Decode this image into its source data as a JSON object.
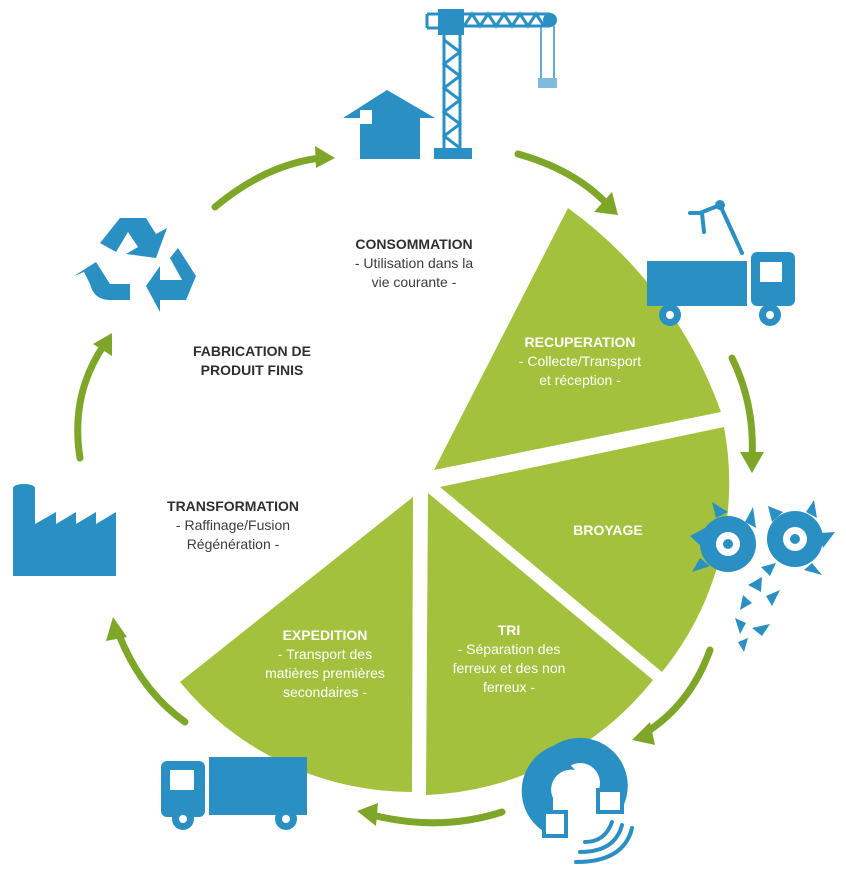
{
  "colors": {
    "green": "#a3c13c",
    "arrow_green": "#7ea72a",
    "blue": "#2a90c3",
    "text_dark": "#2f2f2f",
    "text_light": "#ffffff"
  },
  "steps": {
    "consommation": {
      "title": "CONSOMMATION",
      "line1": "- Utilisation dans la",
      "line2": "vie courante -"
    },
    "recuperation": {
      "title": "RECUPERATION",
      "line1": "- Collecte/Transport",
      "line2": "et réception -"
    },
    "broyage": {
      "title": "BROYAGE"
    },
    "tri": {
      "title": "TRI",
      "line1": "- Séparation des",
      "line2": "ferreux et des non",
      "line3": "ferreux -"
    },
    "expedition": {
      "title": "EXPEDITION",
      "line1": "- Transport des",
      "line2": "matières premières",
      "line3": "secondaires -"
    },
    "transformation": {
      "title": "TRANSFORMATION",
      "line1": "- Raffinage/Fusion",
      "line2": "Régénération -"
    },
    "fabrication": {
      "line1": "FABRICATION DE",
      "line2": "PRODUIT FINIS"
    }
  },
  "icons": [
    "house-icon",
    "crane-icon",
    "garbage-truck-icon",
    "shredder-icon",
    "magnet-icon",
    "delivery-truck-icon",
    "factory-icon",
    "recycle-icon"
  ]
}
